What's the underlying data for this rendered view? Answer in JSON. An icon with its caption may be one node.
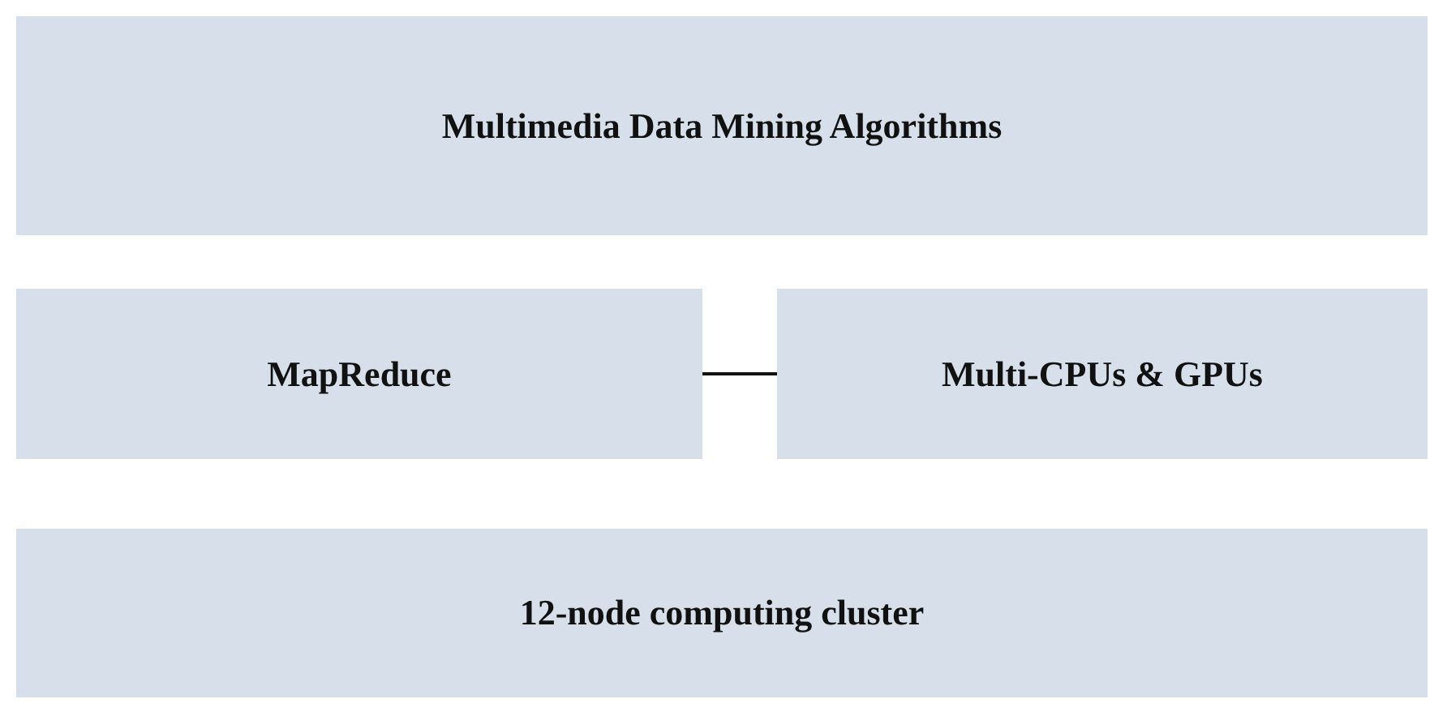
{
  "diagram": {
    "nodes": [
      {
        "text": [
          "Multimedia Data Mining Algorithms"
        ]
      },
      {
        "text": [
          "MapReduce"
        ]
      },
      {
        "text": [
          "Multi-CPUs & GPUs"
        ]
      },
      {
        "text": [
          "12-node computing cluster"
        ]
      }
    ],
    "edges": [
      {
        "from": 1,
        "to": 2,
        "arrow": "none"
      }
    ]
  }
}
